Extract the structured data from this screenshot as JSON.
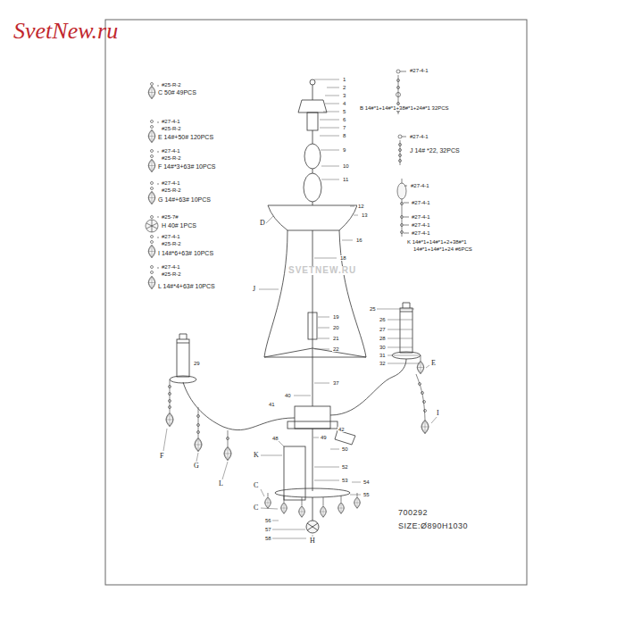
{
  "diagram": {
    "labels": [
      "SvetNew.ru",
      "#25-R-2",
      "C 50# 49PCS",
      "#27-4-1",
      "#25-R-2",
      "E 14#+50# 120PCS",
      "#27-4-1",
      "#25-R-2",
      "F 14#*3+63# 10PCS",
      "#27-4-1",
      "#25-R-2",
      "G 14#+63# 10PCS",
      "#25-7#",
      "H 40# 1PCS",
      "#27-4-1",
      "#25-R-2",
      "I 14#*6+63# 10PCS",
      "#27-4-1",
      "#25-R-2",
      "L 14#*4+63# 10PCS",
      "#27-4-1",
      "B 14#*1+14#*1+38#*1+24#*1 32PCS",
      "#27-4-1",
      "J 14# *22, 32PCS",
      "#27-4-1",
      "#27-4-1",
      "#27-4-1",
      "#27-4-1",
      "#27-4-1",
      "K 14#*1+14#*1+2+38#*1",
      "14#*1+14#*1+24 #6PCS",
      "D",
      "J",
      "E",
      "I",
      "F",
      "G",
      "L",
      "K",
      "C",
      "C",
      "H",
      "1",
      "2",
      "3",
      "4",
      "5",
      "6",
      "7",
      "8",
      "9",
      "10",
      "11",
      "12",
      "13",
      "16",
      "18",
      "19",
      "20",
      "21",
      "22",
      "37",
      "40",
      "29",
      "25",
      "26",
      "27",
      "28",
      "30",
      "31",
      "32",
      "41",
      "42",
      "48",
      "49",
      "50",
      "52",
      "53",
      "54",
      "55",
      "56",
      "57",
      "58",
      "700292",
      "SIZE:Ø890H1030",
      "SVETNEW.RU"
    ]
  }
}
